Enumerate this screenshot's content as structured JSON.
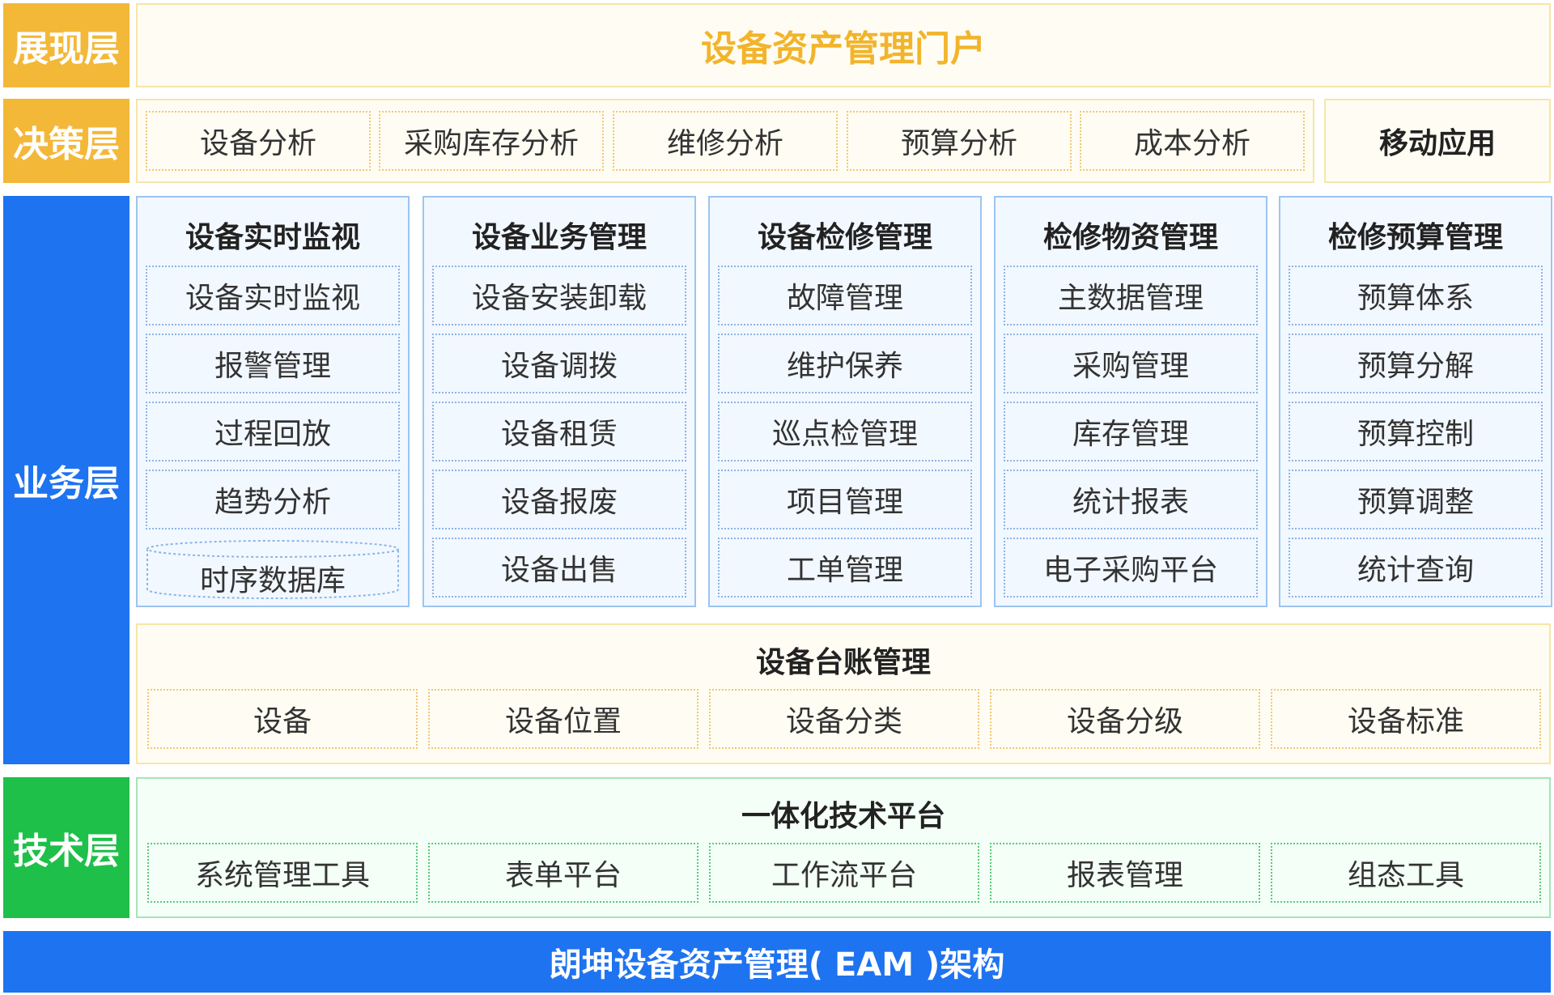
{
  "layers": {
    "presentation": "展现层",
    "decision": "决策层",
    "business": "业务层",
    "technical": "技术层"
  },
  "presentation": {
    "portal": "设备资产管理门户"
  },
  "decision": {
    "items": [
      "设备分析",
      "采购库存分析",
      "维修分析",
      "预算分析",
      "成本分析"
    ],
    "mobile": "移动应用"
  },
  "business": {
    "modules": [
      {
        "title": "设备实时监视",
        "items": [
          "设备实时监视",
          "报警管理",
          "过程回放",
          "趋势分析"
        ],
        "database": "时序数据库"
      },
      {
        "title": "设备业务管理",
        "items": [
          "设备安装卸载",
          "设备调拨",
          "设备租赁",
          "设备报废",
          "设备出售"
        ]
      },
      {
        "title": "设备检修管理",
        "items": [
          "故障管理",
          "维护保养",
          "巡点检管理",
          "项目管理",
          "工单管理"
        ]
      },
      {
        "title": "检修物资管理",
        "items": [
          "主数据管理",
          "采购管理",
          "库存管理",
          "统计报表",
          "电子采购平台"
        ]
      },
      {
        "title": "检修预算管理",
        "items": [
          "预算体系",
          "预算分解",
          "预算控制",
          "预算调整",
          "统计查询"
        ]
      }
    ],
    "ledger": {
      "title": "设备台账管理",
      "items": [
        "设备",
        "设备位置",
        "设备分类",
        "设备分级",
        "设备标准"
      ]
    }
  },
  "technical": {
    "title": "一体化技术平台",
    "items": [
      "系统管理工具",
      "表单平台",
      "工作流平台",
      "报表管理",
      "组态工具"
    ]
  },
  "footer": "朗坤设备资产管理( EAM )架构",
  "colors": {
    "yellow": "#f3b838",
    "blue": "#1e73f0",
    "green": "#1ec04a",
    "portal_text": "#f2b42b"
  }
}
